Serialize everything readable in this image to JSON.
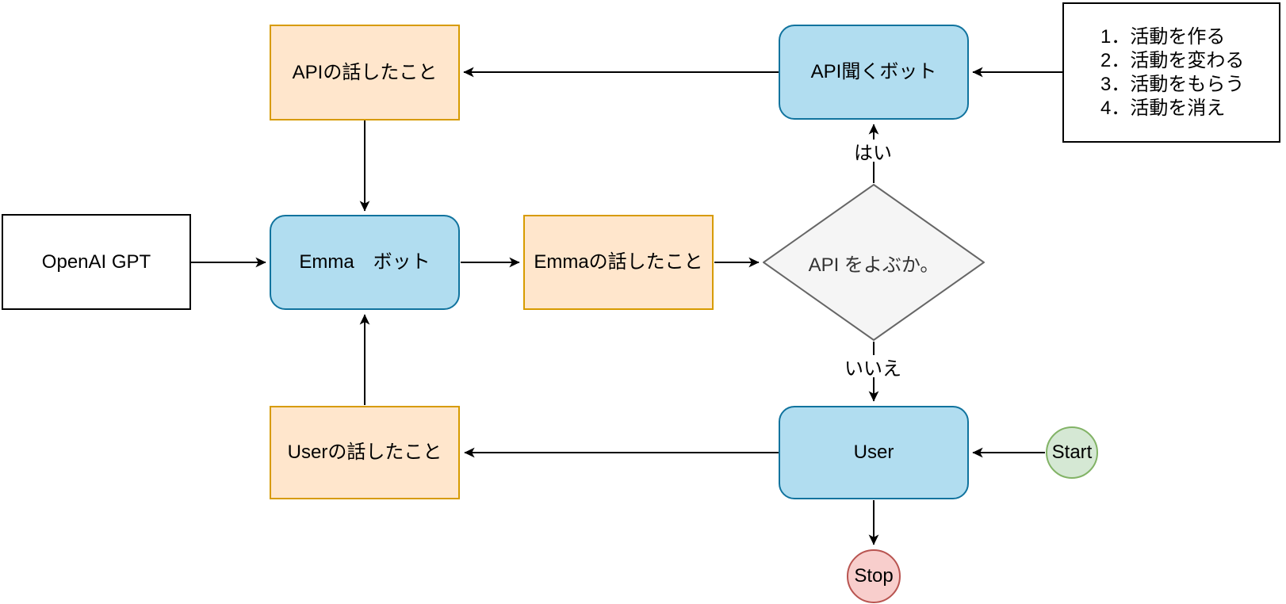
{
  "nodes": {
    "api_log": {
      "label": "APIの話したこと"
    },
    "api_bot": {
      "label": "API聞くボット"
    },
    "action_list": {
      "lines": [
        "1．活動を作る",
        "2．活動を変わる",
        "3．活動をもらう",
        "4．活動を消え"
      ]
    },
    "openai": {
      "label": "OpenAI GPT"
    },
    "emma_bot": {
      "label": "Emma　ボット"
    },
    "emma_log": {
      "label": "Emmaの話したこと"
    },
    "decision": {
      "label": "API をよぶか。"
    },
    "user": {
      "label": "User"
    },
    "user_log": {
      "label": "Userの話したこと"
    },
    "start": {
      "label": "Start"
    },
    "stop": {
      "label": "Stop"
    }
  },
  "edge_labels": {
    "yes": "はい",
    "no": "いいえ"
  },
  "colors": {
    "orange_fill": "#FFE6CC",
    "orange_stroke": "#D79B00",
    "blue_fill": "#B1DDF0",
    "blue_stroke": "#10739E",
    "gray_fill": "#F5F5F5",
    "gray_stroke": "#666666",
    "green_fill": "#D5E8D4",
    "green_stroke": "#82B366",
    "red_fill": "#F8CECC",
    "red_stroke": "#B85450",
    "line": "#000000"
  }
}
